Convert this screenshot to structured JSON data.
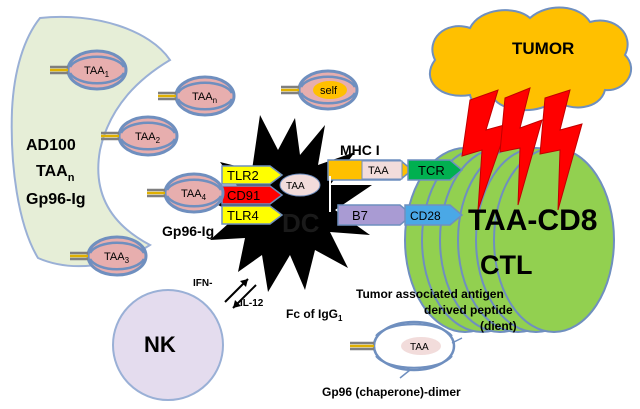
{
  "diagram": {
    "tumor_label": "TUMOR",
    "ad100": {
      "line1": "AD100",
      "line2": "TAA",
      "line2_sub": "n",
      "line3": "Gp96-Ig"
    },
    "complexes": {
      "taa1": {
        "label": "TAA",
        "sub": "1"
      },
      "taan": {
        "label": "TAA",
        "sub": "n"
      },
      "taa2": {
        "label": "TAA",
        "sub": "2"
      },
      "taa4": {
        "label": "TAA",
        "sub": "4"
      },
      "taa3": {
        "label": "TAA",
        "sub": "3"
      },
      "self": {
        "label": "self"
      },
      "legend_taa": {
        "label": "TAA"
      }
    },
    "receptors": {
      "tlr2": "TLR2",
      "cd91": "CD91",
      "tlr4": "TLR4"
    },
    "gp96_label": "Gp96-Ig",
    "dc": {
      "label": "DC",
      "taa": "TAA"
    },
    "mhc": {
      "label": "MHC I",
      "taa": "TAA",
      "tcr": "TCR",
      "b7": "B7",
      "cd28": "CD28"
    },
    "ctl": {
      "line1": "TAA-CD8",
      "line2": "CTL"
    },
    "cytokines": {
      "ifn": "IFN-",
      "il12": "IL-12"
    },
    "nk_label": "NK",
    "legend": {
      "tumor_antigen_line1": "Tumor associated antigen",
      "tumor_antigen_line2": "derived peptide",
      "tumor_antigen_line3": "(dient)",
      "fc_label": "Fc of IgG",
      "fc_sub": "1",
      "gp96_dimer": "Gp96 (chaperone)-dimer"
    },
    "colors": {
      "cloud": "#ffc000",
      "lightning": "#ff0000",
      "ctl_green": "#92d050",
      "nk": "#e4dcee",
      "ad100_bg": "#e6eed7",
      "tlr_yellow": "#ffff00",
      "cd91_red": "#ff0000",
      "tcr_green": "#00b050",
      "cd28_blue": "#4aa8e6",
      "b7_purple": "#a99bd3",
      "mhc_orange": "#ffc000",
      "complex_pink": "#e7aeae",
      "complex_blue": "#6f8fbf"
    }
  }
}
